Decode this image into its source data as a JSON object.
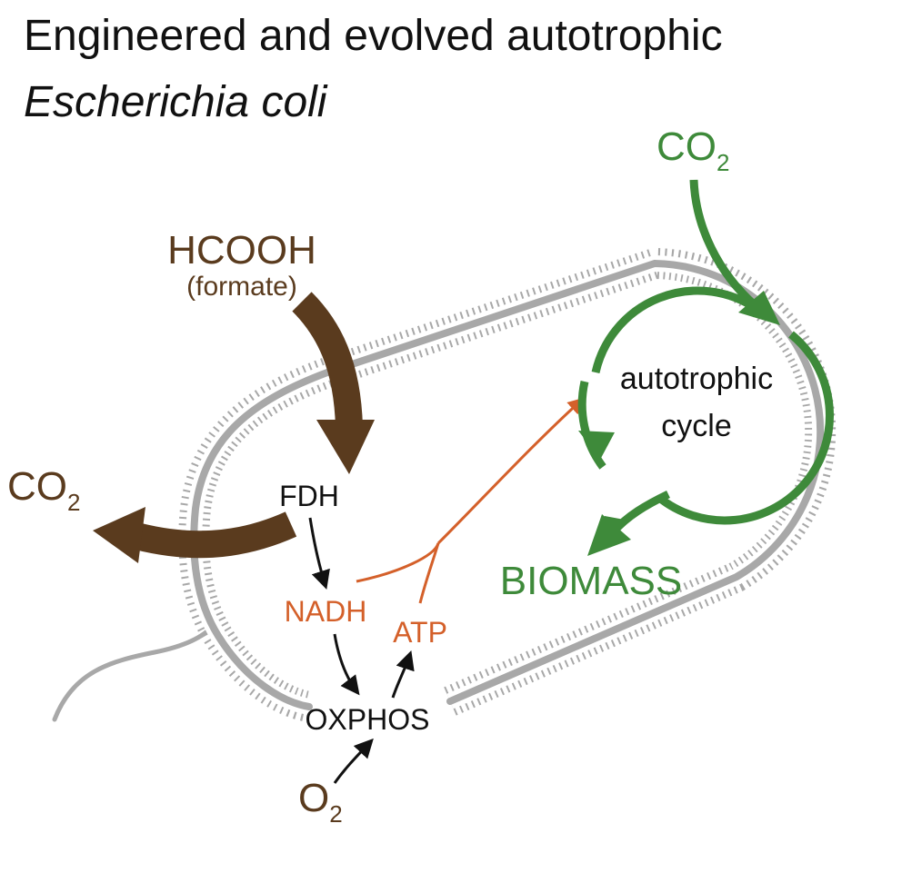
{
  "title": {
    "line1": "Engineered and evolved autotrophic",
    "line2": "Escherichia coli"
  },
  "labels": {
    "formate_main": "HCOOH",
    "formate_sub": "(formate)",
    "co2_in_base": "CO",
    "co2_in_sub": "2",
    "co2_out_base": "CO",
    "co2_out_sub": "2",
    "o2_base": "O",
    "o2_sub": "2",
    "fdh": "FDH",
    "nadh": "NADH",
    "atp": "ATP",
    "oxphos": "OXPHOS",
    "cycle_line1": "autotrophic",
    "cycle_line2": "cycle",
    "biomass": "BIOMASS"
  },
  "colors": {
    "brown": "#5a3b1e",
    "green": "#3e8a3a",
    "orange": "#d4602a",
    "black": "#111111",
    "membrane": "#a8a8a8"
  }
}
